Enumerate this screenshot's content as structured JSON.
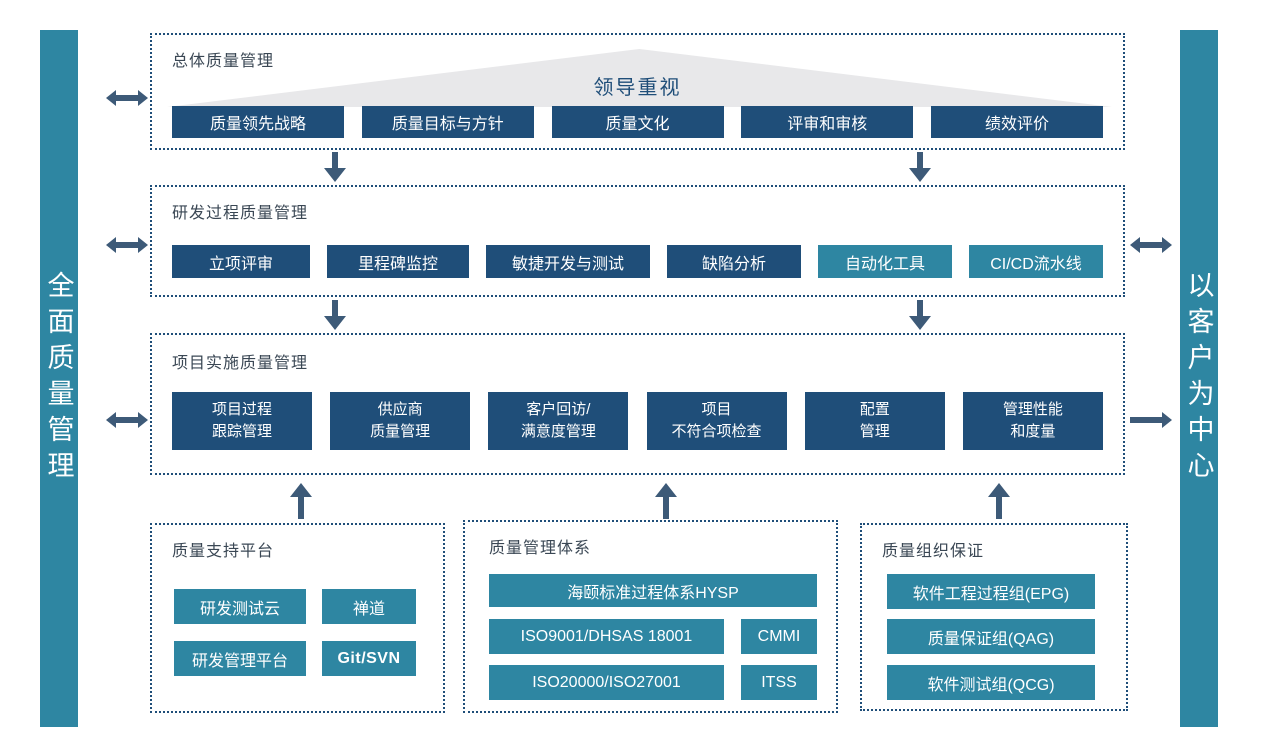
{
  "colors": {
    "dark_blue": "#1f4e79",
    "teal": "#2e86a2",
    "arrow": "#3d5a78",
    "dotted_border": "#1f4e79",
    "triangle_gray": "#e8e8ea",
    "section_title_text": "#3a4754"
  },
  "left_bar": {
    "label": "全面质量管理"
  },
  "right_bar": {
    "label": "以客户为中心"
  },
  "overall": {
    "title": "总体质量管理",
    "banner": "领导重视",
    "items": [
      "质量领先战略",
      "质量目标与方针",
      "质量文化",
      "评审和审核",
      "绩效评价"
    ]
  },
  "rd_process": {
    "title": "研发过程质量管理",
    "items": [
      "立项评审",
      "里程碑监控",
      "敏捷开发与测试",
      "缺陷分析",
      "自动化工具",
      "CI/CD流水线"
    ]
  },
  "project_impl": {
    "title": "项目实施质量管理",
    "items": [
      {
        "line1": "项目过程",
        "line2": "跟踪管理"
      },
      {
        "line1": "供应商",
        "line2": "质量管理"
      },
      {
        "line1": "客户回访/",
        "line2": "满意度管理"
      },
      {
        "line1": "项目",
        "line2": "不符合项检查"
      },
      {
        "line1": "配置",
        "line2": "管理"
      },
      {
        "line1": "管理性能",
        "line2": "和度量"
      }
    ]
  },
  "support_platform": {
    "title": "质量支持平台",
    "items": [
      "研发测试云",
      "禅道",
      "研发管理平台",
      "Git/SVN"
    ]
  },
  "management_system": {
    "title": "质量管理体系",
    "wide_item": "海颐标准过程体系HYSP",
    "items": [
      "ISO9001/DHSAS 18001",
      "CMMI",
      "ISO20000/ISO27001",
      "ITSS"
    ]
  },
  "org_assurance": {
    "title": "质量组织保证",
    "items": [
      "软件工程过程组(EPG)",
      "质量保证组(QAG)",
      "软件测试组(QCG)"
    ]
  }
}
